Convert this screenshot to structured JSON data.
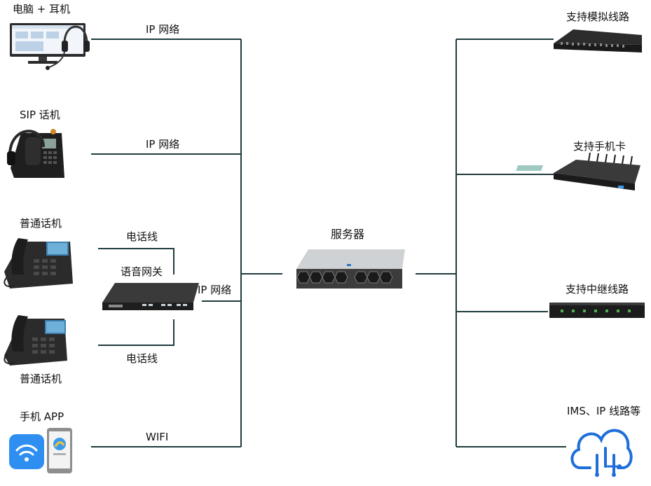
{
  "devices": {
    "pc_headset": "电脑 + 耳机",
    "sip_phone": "SIP 话机",
    "phone_top": "普通话机",
    "phone_bottom": "普通话机",
    "mobile_app": "手机 APP",
    "gateway": "语音网关",
    "server": "服务器",
    "analog_line": "支持模拟线路",
    "sim_card": "支持手机卡",
    "trunk_line": "支持中继线路",
    "ims_ip": "IMS、IP 线路等"
  },
  "links": {
    "ip_network_1": "IP 网络",
    "ip_network_2": "IP 网络",
    "ip_network_3": "IP 网络",
    "phone_line_top": "电话线",
    "phone_line_bottom": "电话线",
    "wifi": "WIFI"
  },
  "colors": {
    "line": "#1f3b3d",
    "accent": "#1e6fd9"
  }
}
